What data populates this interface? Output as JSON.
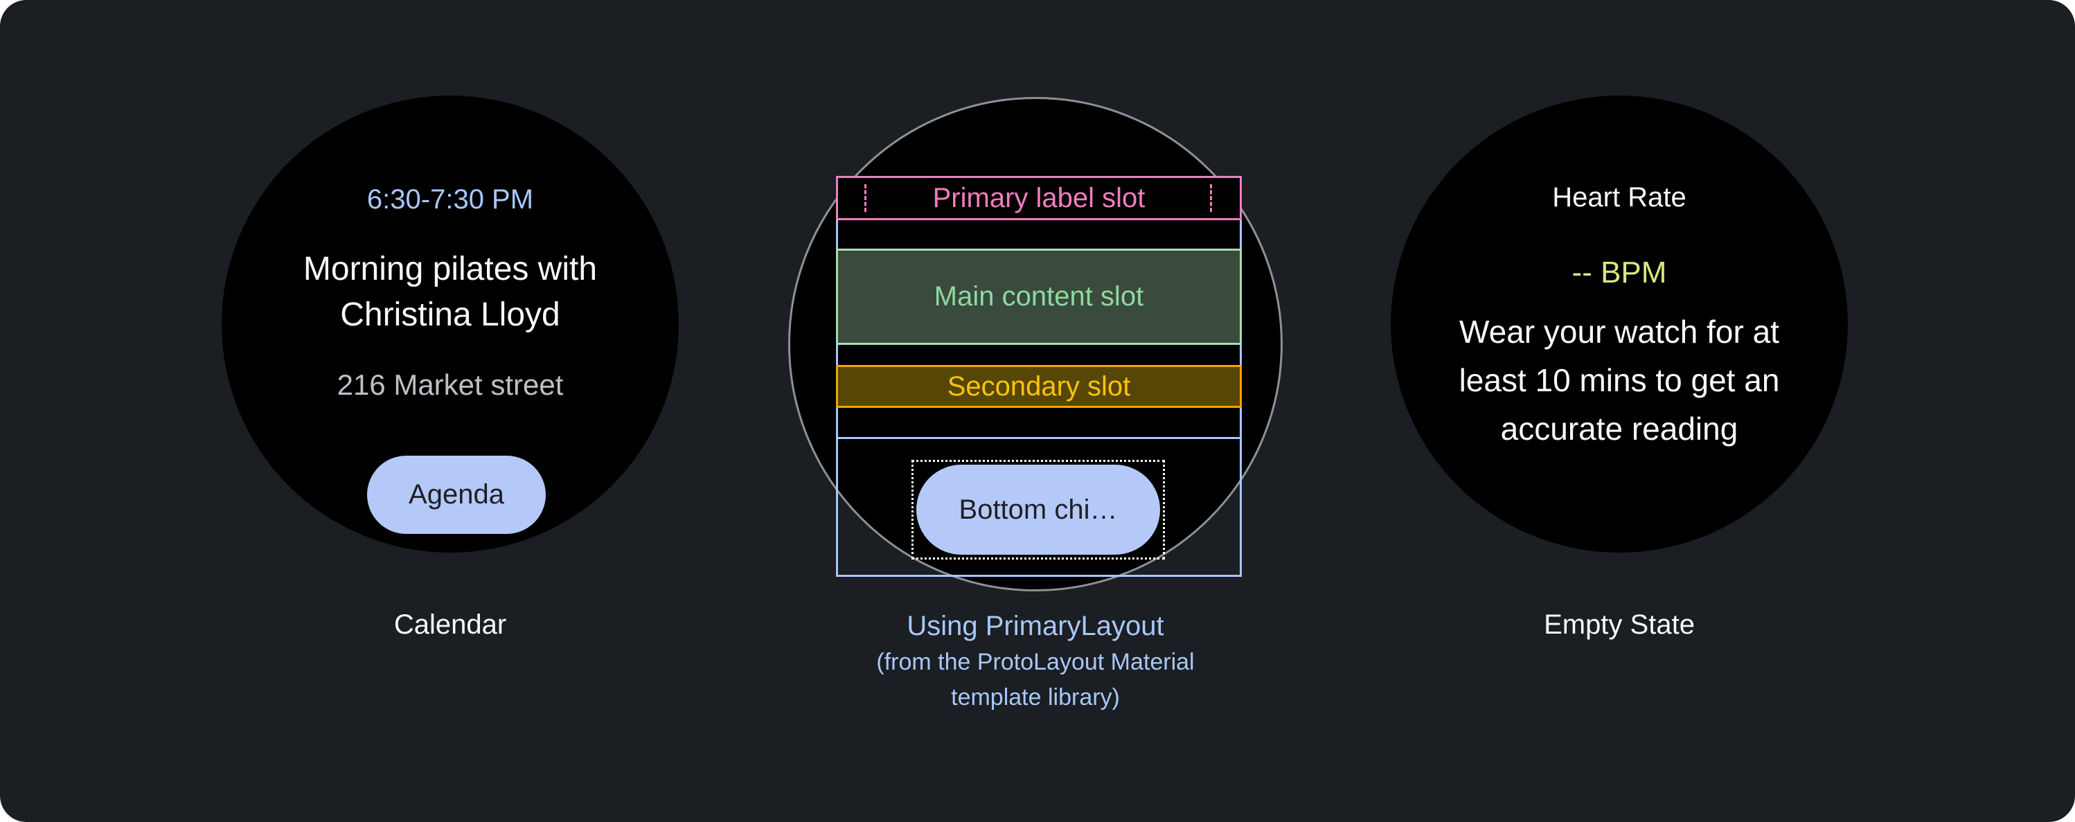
{
  "colors": {
    "page-bg": "#ffffff",
    "canvas-bg": "#1b1e22",
    "watch-fill": "#000000",
    "bezel-gray": "#8d9196",
    "accent-blue": "#a8c7fa",
    "text-white": "#fafafa",
    "text-gray": "#bdc1c6",
    "chip-bg": "#b4c9f8",
    "chip-text": "#1f2023",
    "pink": "#f07fbb",
    "green-border": "#a9ddb4",
    "green-fill": "#3a4a3d",
    "green-text": "#8ed9a0",
    "amber-border": "#f3a600",
    "amber-fill": "#574605",
    "amber-text": "#fdc30d",
    "lime": "#d7e97e",
    "dotted-white": "#ffffff"
  },
  "calendar_tile": {
    "time": "6:30-7:30 PM",
    "title_lines": [
      "Morning pilates with",
      "Christina Lloyd"
    ],
    "location": "216 Market street",
    "chip_label": "Agenda",
    "caption": "Calendar"
  },
  "layout_diagram": {
    "primary_label_slot": "Primary label slot",
    "main_content_slot": "Main content slot",
    "secondary_slot": "Secondary slot",
    "bottom_chip_label": "Bottom chi…",
    "caption_lines": [
      "Using PrimaryLayout",
      "(from the ProtoLayout Material",
      "template library)"
    ]
  },
  "heart_rate_tile": {
    "title": "Heart Rate",
    "value": "-- BPM",
    "message_lines": [
      "Wear your watch for at",
      "least 10 mins to get an",
      "accurate reading"
    ],
    "caption": "Empty State"
  }
}
